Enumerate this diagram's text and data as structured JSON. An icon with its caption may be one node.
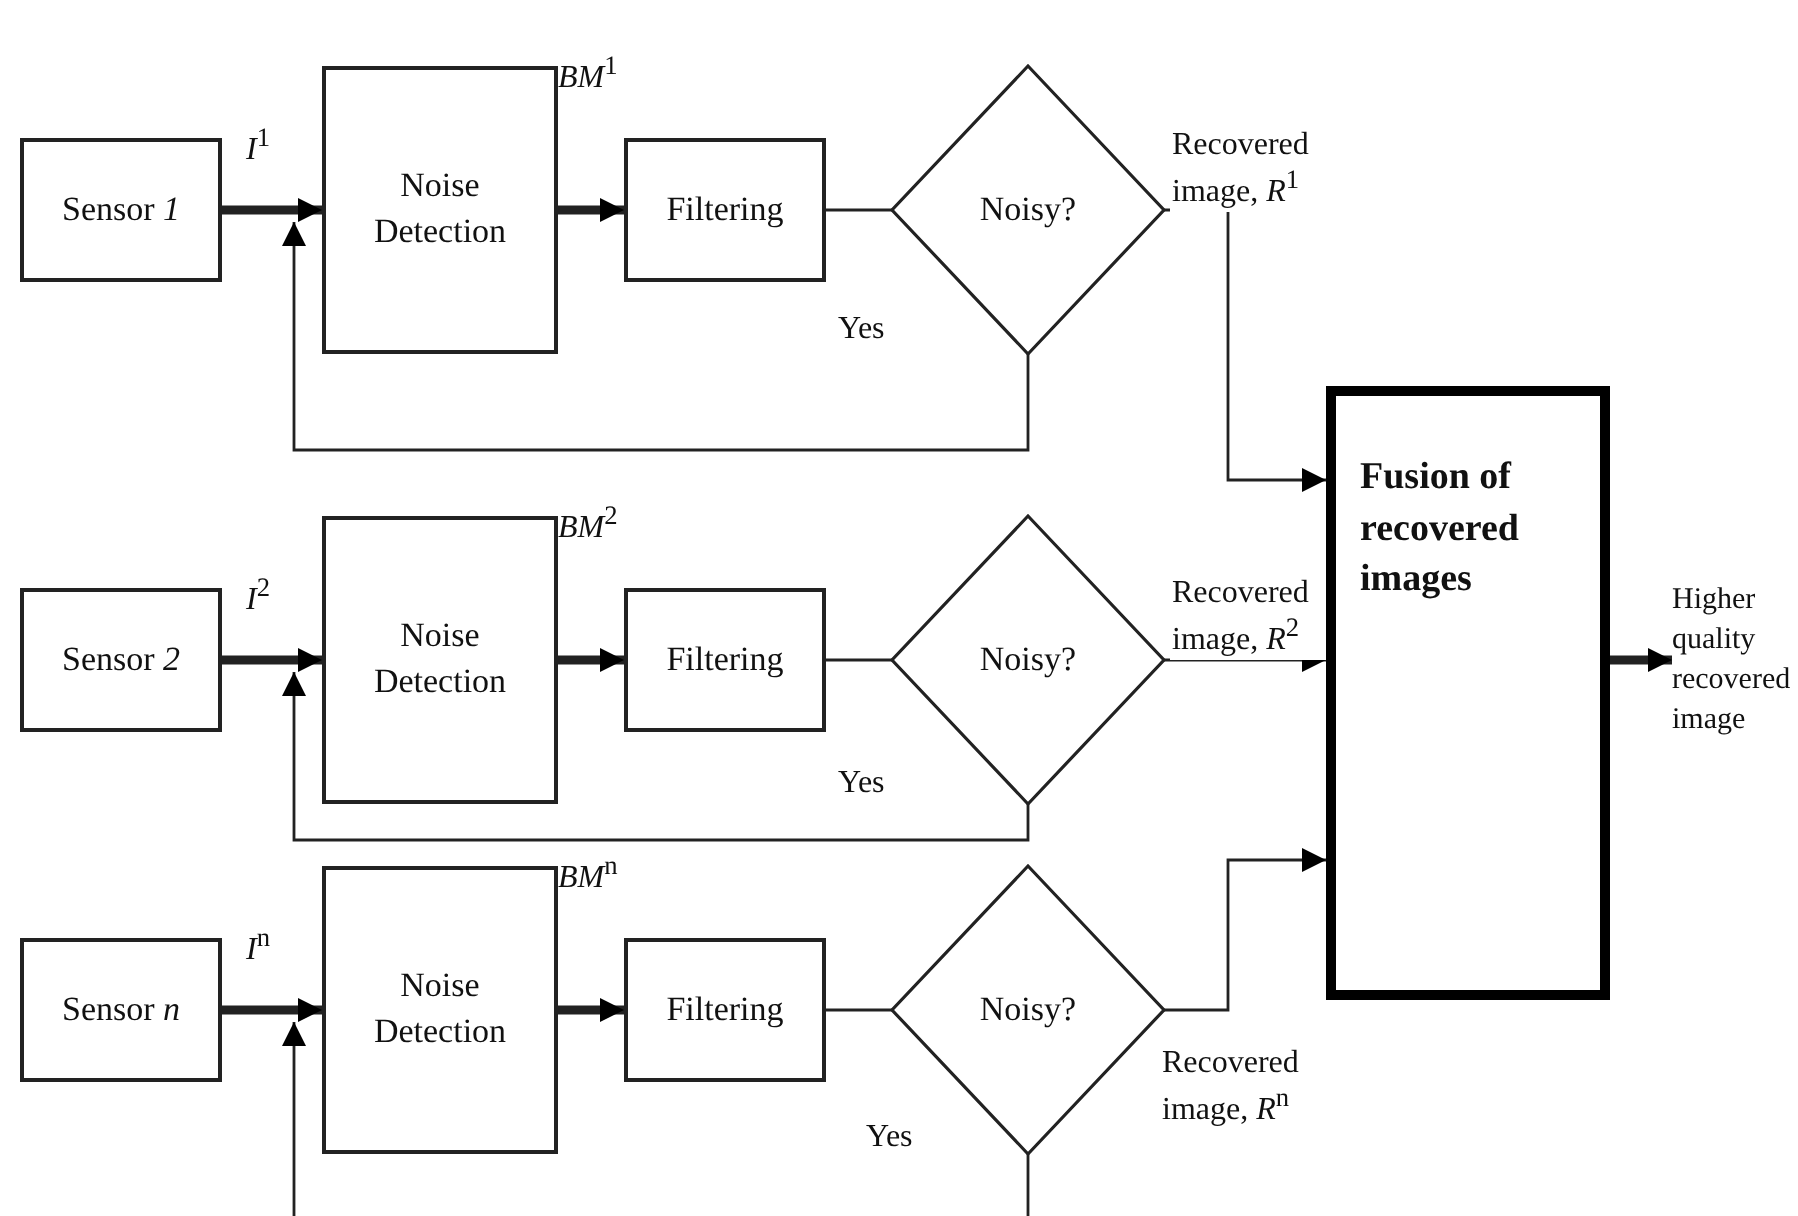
{
  "diagram": {
    "nodes": [
      {
        "text": [
          "Sensor *1*"
        ]
      },
      {
        "text": [
          "Noise Detection"
        ],
        "beside": [
          "*BM*$^{1}$"
        ]
      },
      {
        "text": [
          "Filtering"
        ]
      },
      {
        "text": [
          "Noisy?"
        ]
      },
      {
        "text": [
          "Sensor *2*"
        ]
      },
      {
        "text": [
          "Noise Detection"
        ],
        "beside": [
          "*BM*$^{2}$"
        ]
      },
      {
        "text": [
          "Filtering"
        ]
      },
      {
        "text": [
          "Noisy?"
        ]
      },
      {
        "text": [
          "Sensor *n*"
        ]
      },
      {
        "text": [
          "Noise Detection"
        ],
        "beside": [
          "*BM*$^{n}$"
        ]
      },
      {
        "text": [
          "Filtering"
        ]
      },
      {
        "text": [
          "Noisy?"
        ]
      },
      {
        "text": [
          "Fusion of recovered images"
        ]
      },
      {
        "text": [
          "Higher quality recovered image"
        ]
      }
    ],
    "edges": [
      {
        "from": 0,
        "to": 1,
        "arrow": "to",
        "label": "*I*$^{1}$",
        "style": "thick"
      },
      {
        "from": 1,
        "to": 2,
        "arrow": "to",
        "style": "thick"
      },
      {
        "from": 2,
        "to": 3,
        "arrow": "none"
      },
      {
        "from": 3,
        "to": 1,
        "arrow": "to",
        "label": "Yes"
      },
      {
        "from": 3,
        "to": 12,
        "arrow": "to",
        "label": "Recovered image, *R*$^{1}$"
      },
      {
        "from": 4,
        "to": 5,
        "arrow": "to",
        "label": "*I*$^{2}$",
        "style": "thick"
      },
      {
        "from": 5,
        "to": 6,
        "arrow": "to",
        "style": "thick"
      },
      {
        "from": 6,
        "to": 7,
        "arrow": "none"
      },
      {
        "from": 7,
        "to": 5,
        "arrow": "to",
        "label": "Yes"
      },
      {
        "from": 7,
        "to": 12,
        "arrow": "to",
        "label": "Recovered image, *R*$^{2}$"
      },
      {
        "from": 8,
        "to": 9,
        "arrow": "to",
        "label": "*I*$^{n}$",
        "style": "thick"
      },
      {
        "from": 9,
        "to": 10,
        "arrow": "to",
        "style": "thick"
      },
      {
        "from": 10,
        "to": 11,
        "arrow": "none"
      },
      {
        "from": 11,
        "to": 9,
        "arrow": "to",
        "label": "Yes"
      },
      {
        "from": 11,
        "to": 12,
        "arrow": "to",
        "label": "Recovered image, *R*$^{n}$"
      },
      {
        "from": 12,
        "to": 13,
        "arrow": "to",
        "style": "thick"
      }
    ]
  }
}
